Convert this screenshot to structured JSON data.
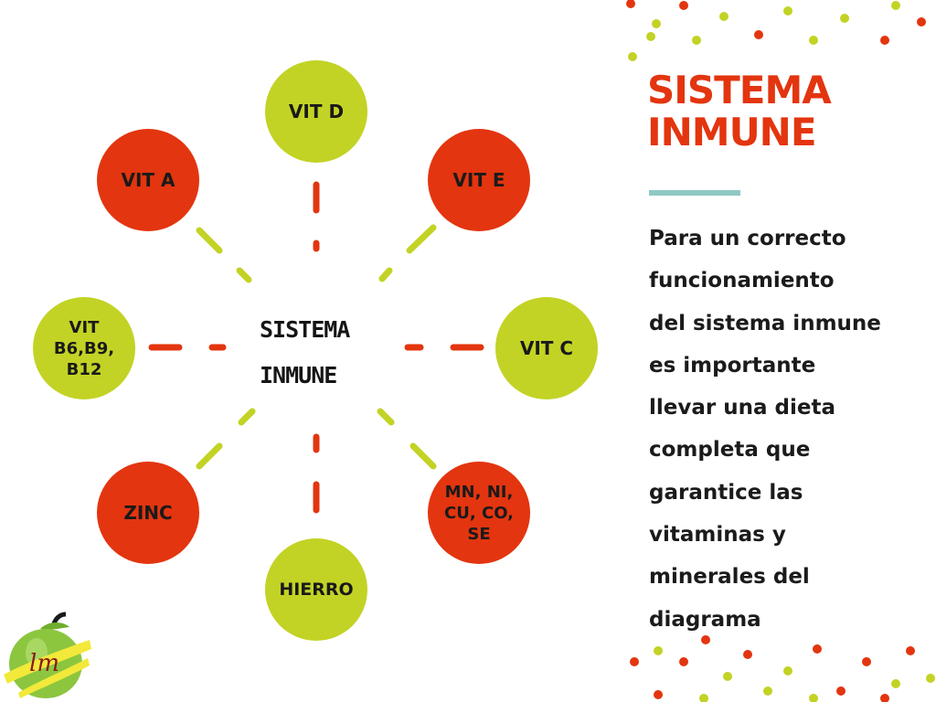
{
  "diagram": {
    "center": {
      "lines": [
        "SISTEMA",
        "INMUNE"
      ]
    },
    "nodes": [
      {
        "id": "vit-d",
        "label": "VIT D",
        "color": "green"
      },
      {
        "id": "vit-e",
        "label": "VIT E",
        "color": "red"
      },
      {
        "id": "vit-c",
        "label": "VIT C",
        "color": "green"
      },
      {
        "id": "minerales",
        "label": "MN, NI,\nCU, CO,\nSE",
        "color": "red"
      },
      {
        "id": "hierro",
        "label": "HIERRO",
        "color": "green"
      },
      {
        "id": "zinc",
        "label": "ZINC",
        "color": "red"
      },
      {
        "id": "vit-b",
        "label": "VIT\nB6,B9,\nB12",
        "color": "green"
      },
      {
        "id": "vit-a",
        "label": "VIT A",
        "color": "red"
      }
    ]
  },
  "sidebar": {
    "title": "SISTEMA\nINMUNE",
    "body": "Para un correcto\nfuncionamiento\ndel sistema inmune\nes importante\nllevar una dieta\ncompleta que\ngarantice las\nvitaminas y\nminerales del\ndiagrama"
  },
  "logo": {
    "text": "lm"
  },
  "colors": {
    "red": "#e3350f",
    "green": "#c2d325",
    "accent_line": "#8fc9c4",
    "text": "#1b1b1b"
  },
  "icons": {
    "logo": "apple-measuring-tape-icon"
  }
}
